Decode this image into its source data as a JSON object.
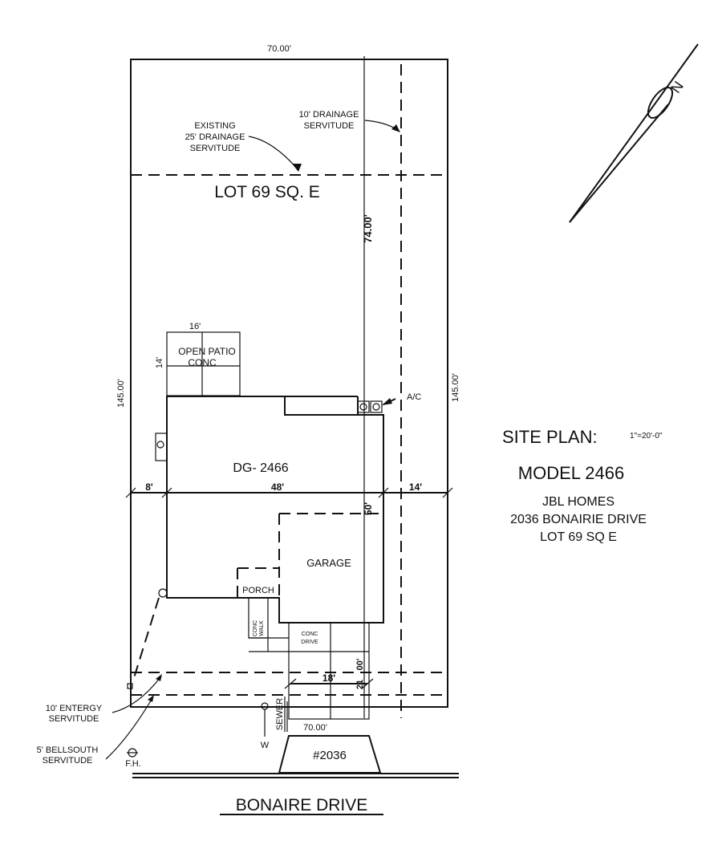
{
  "plan": {
    "lot_width_top": "70.00'",
    "lot_width_bottom": "70.00'",
    "lot_depth_left": "145.00'",
    "lot_depth_right": "145.00'",
    "rear_setback": "74.00'",
    "left_setback": "8'",
    "house_width": "48'",
    "right_setback": "14'",
    "front_setback": "50'",
    "drive_width": "18'",
    "drive_dim_a": "21",
    "drive_dim_b": "00'",
    "lot_name": "LOT 69 SQ. E",
    "rear_servitude": [
      "EXISTING",
      "25' DRAINAGE",
      "SERVITUDE"
    ],
    "side_servitude": [
      "10' DRAINAGE",
      "SERVITUDE"
    ],
    "patio_width": "16'",
    "patio_depth": "14'",
    "patio_label": [
      "OPEN PATIO",
      "CONC"
    ],
    "ac_label": "A/C",
    "house_label": "DG- 2466",
    "garage_label": "GARAGE",
    "porch_label": "PORCH",
    "walk_label": [
      "CONC",
      "WALK"
    ],
    "drive_label": [
      "CONC",
      "DRIVE"
    ],
    "entergy_servitude": [
      "10' ENTERGY",
      "SERVITUDE"
    ],
    "bellsouth_servitude": [
      "5' BELLSOUTH",
      "SERVITUDE"
    ],
    "fire_hydrant": "F.H.",
    "sewer": "SEWER",
    "water": "W",
    "address_number": "#2036",
    "street": "BONAIRE DRIVE",
    "north": "N"
  },
  "title_block": {
    "title": "SITE PLAN:",
    "scale": "1\"=20'-0\"",
    "model": "MODEL  2466",
    "builder": "JBL HOMES",
    "address": "2036 BONAIRIE DRIVE",
    "lot": "LOT 69  SQ E"
  }
}
